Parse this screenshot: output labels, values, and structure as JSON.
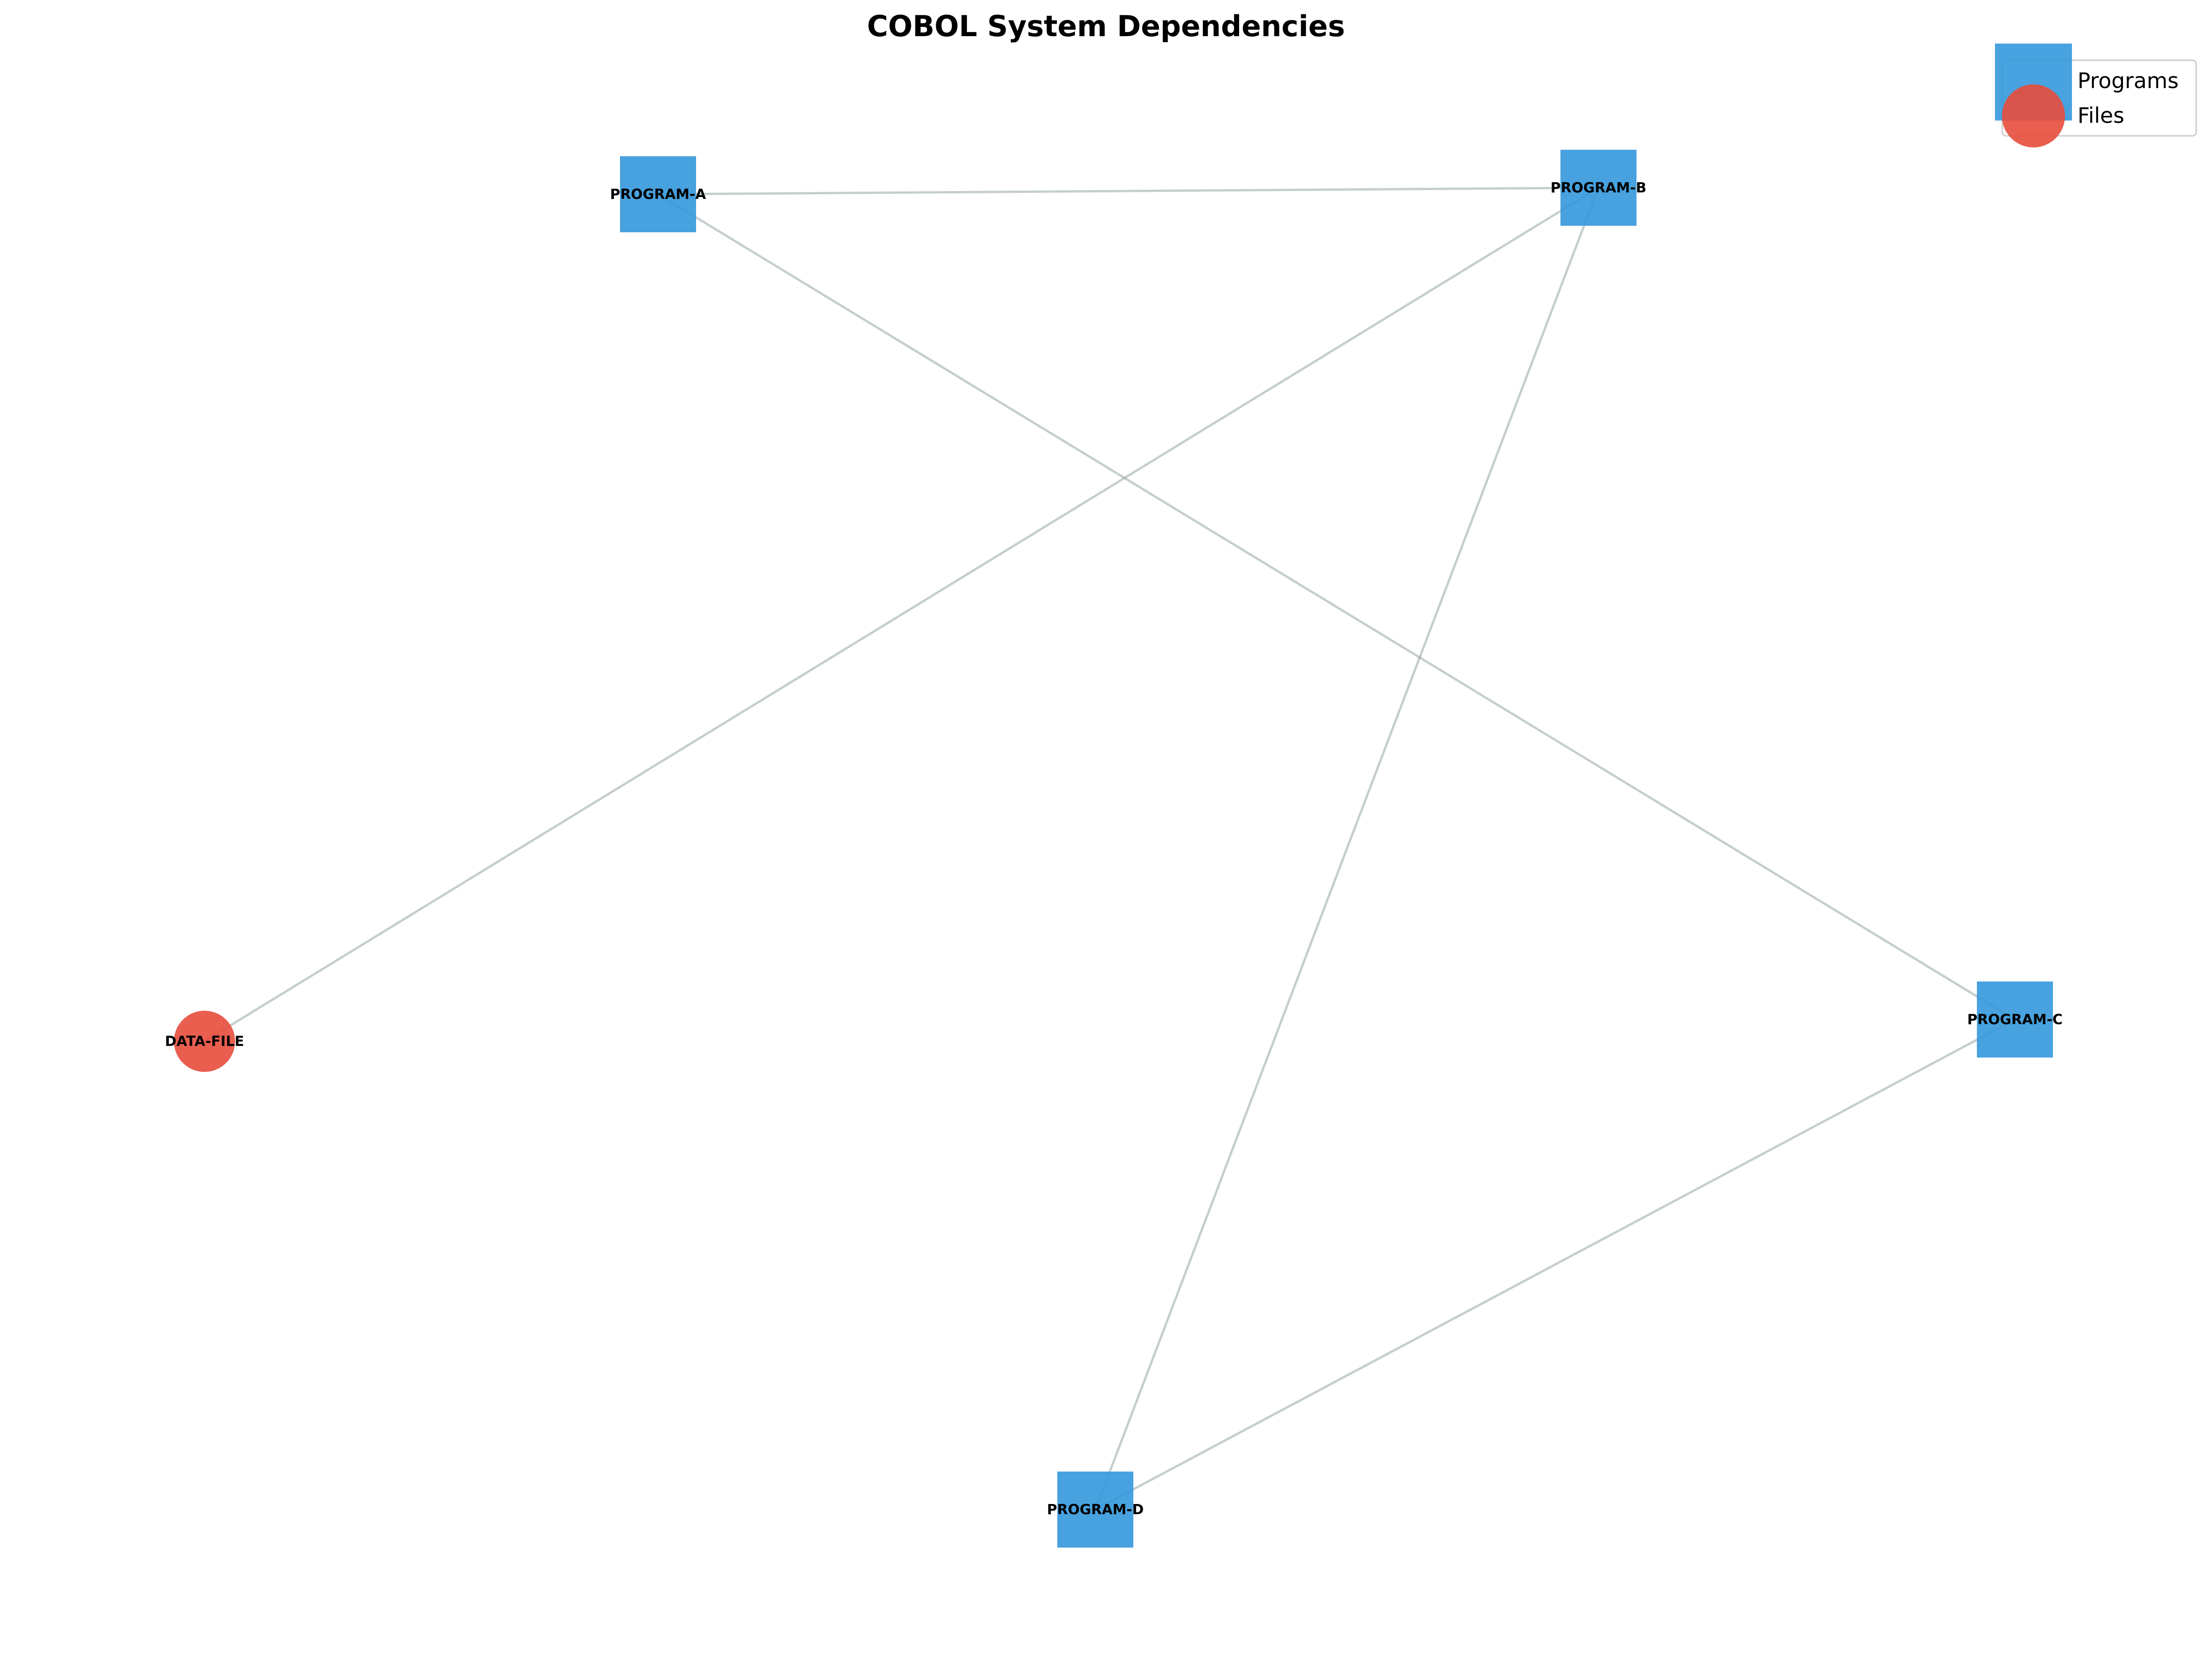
{
  "title": "COBOL System Dependencies",
  "colors": {
    "program": "#3498db",
    "file": "#e74c3c",
    "edge": "#95a5a6"
  },
  "legend": {
    "programs_label": "Programs",
    "files_label": "Files"
  },
  "nodes": [
    {
      "id": "PROGRAM-A",
      "label": "PROGRAM-A",
      "kind": "program"
    },
    {
      "id": "PROGRAM-B",
      "label": "PROGRAM-B",
      "kind": "program"
    },
    {
      "id": "PROGRAM-C",
      "label": "PROGRAM-C",
      "kind": "program"
    },
    {
      "id": "PROGRAM-D",
      "label": "PROGRAM-D",
      "kind": "program"
    },
    {
      "id": "DATA-FILE",
      "label": "DATA-FILE",
      "kind": "file"
    }
  ],
  "edges": [
    {
      "from": "PROGRAM-A",
      "to": "PROGRAM-B"
    },
    {
      "from": "PROGRAM-A",
      "to": "PROGRAM-C"
    },
    {
      "from": "PROGRAM-B",
      "to": "DATA-FILE"
    },
    {
      "from": "PROGRAM-B",
      "to": "PROGRAM-D"
    },
    {
      "from": "PROGRAM-C",
      "to": "PROGRAM-D"
    }
  ]
}
